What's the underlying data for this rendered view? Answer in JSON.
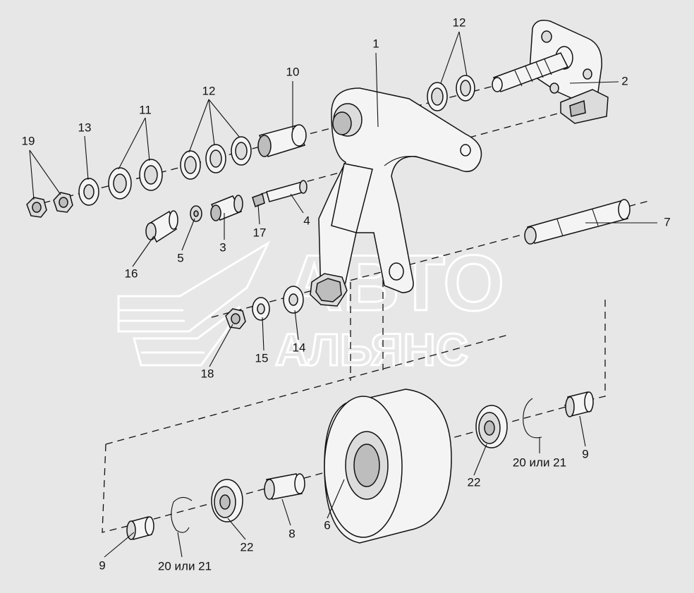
{
  "watermark": {
    "line1": "АВТО",
    "line2": "АЛЬЯНС"
  },
  "callouts": {
    "c1": "1",
    "c2": "2",
    "c3": "3",
    "c4": "4",
    "c5": "5",
    "c6": "6",
    "c7": "7",
    "c8": "8",
    "c9a": "9",
    "c9b": "9",
    "c10": "10",
    "c11": "11",
    "c12a": "12",
    "c12b": "12",
    "c13": "13",
    "c14": "14",
    "c15": "15",
    "c16": "16",
    "c17": "17",
    "c18": "18",
    "c19": "19",
    "c2021a": "20 или 21",
    "c2021b": "20 или 21",
    "c22a": "22",
    "c22b": "22"
  }
}
